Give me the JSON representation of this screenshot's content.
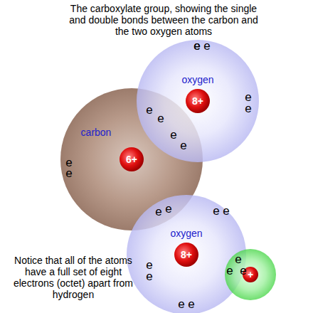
{
  "diagram": {
    "title": "The carboxylate group, showing the single and double bonds between the carbon and the two oxygen atoms",
    "nodes": [
      {
        "text": [
          "oxygen",
          "8+"
        ]
      },
      {
        "text": [
          "carbon",
          "6+"
        ]
      },
      {
        "text": [
          "oxygen",
          "8+"
        ]
      },
      {
        "text": [
          "+"
        ]
      }
    ],
    "labels": [
      "Notice that all of the atoms have a full set of eight electrons (octet) apart from hydrogen",
      "e",
      "e",
      "e",
      "e",
      "e",
      "e",
      "e",
      "e",
      "e",
      "e",
      "e",
      "e",
      "e",
      "e",
      "e",
      "e",
      "e",
      "e",
      "e",
      "e",
      "e",
      "e"
    ]
  }
}
